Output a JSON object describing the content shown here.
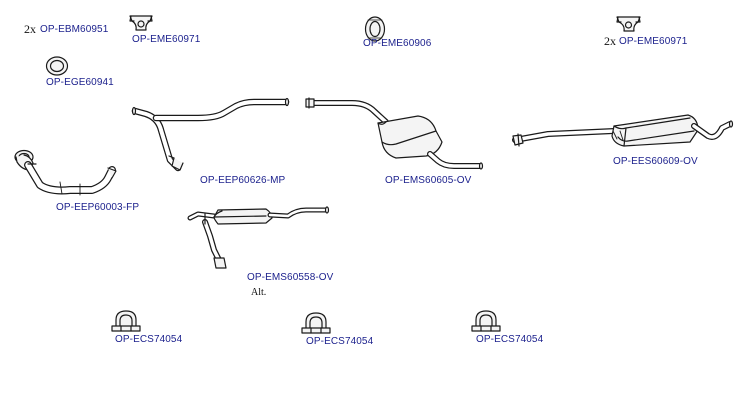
{
  "parts": [
    {
      "id": "ebm",
      "label": "OP-EBM60951",
      "qty": "2x"
    },
    {
      "id": "eme-left",
      "label": "OP-EME60971"
    },
    {
      "id": "eme-mid",
      "label": "OP-EME60906"
    },
    {
      "id": "eme-right",
      "label": "OP-EME60971",
      "qty": "2x"
    },
    {
      "id": "ege",
      "label": "OP-EGE60941"
    },
    {
      "id": "eep-626",
      "label": "OP-EEP60626-MP"
    },
    {
      "id": "ems-605",
      "label": "OP-EMS60605-OV"
    },
    {
      "id": "ees-609",
      "label": "OP-EES60609-OV"
    },
    {
      "id": "eep-003",
      "label": "OP-EEP60003-FP"
    },
    {
      "id": "ems-558",
      "label": "OP-EMS60558-OV",
      "note": "Alt."
    },
    {
      "id": "ecs-1",
      "label": "OP-ECS74054"
    },
    {
      "id": "ecs-2",
      "label": "OP-ECS74054"
    },
    {
      "id": "ecs-3",
      "label": "OP-ECS74054"
    }
  ],
  "colors": {
    "label": "#1a1f8c",
    "line": "#1a1a1a",
    "part_fill": "#f4f4f4"
  }
}
